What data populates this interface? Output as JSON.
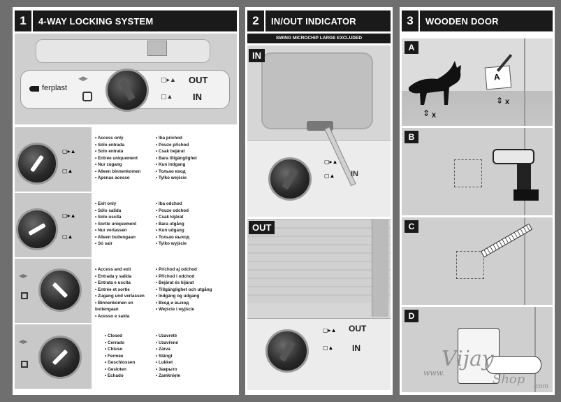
{
  "panel1": {
    "number": "1",
    "title": "4-WAY LOCKING SYSTEM",
    "brand": "ferplast",
    "out_label": "OUT",
    "in_label": "IN",
    "modes": [
      {
        "col1": [
          "Access only",
          "Sólo entrada",
          "Solo entrata",
          "Entrée uniquement",
          "Nur zugang",
          "Alleen binnenkomen",
          "Apenas acesso"
        ],
        "col2": [
          "Iba príchod",
          "Pouze příchod",
          "Csak bejárat",
          "Bara tillgänglighet",
          "Kun indgang",
          "Только вход",
          "Tylko wejście"
        ]
      },
      {
        "col1": [
          "Exit only",
          "Sólo salida",
          "Solo uscita",
          "Sortie uniquement",
          "Nur verlassen",
          "Alleen buitengaan",
          "Só sair"
        ],
        "col2": [
          "Iba odchod",
          "Pouze odchod",
          "Csak kijárat",
          "Bara utgång",
          "Kun udgang",
          "Только выход",
          "Tylko wyjście"
        ]
      },
      {
        "col1": [
          "Access and exit",
          "Entrada y salida",
          "Entrata e uscita",
          "Entrée et sortie",
          "Zugang und verlassen",
          "Binnenkomen en buitengaan",
          "Acesso e saída"
        ],
        "col2": [
          "Príchod aj odchod",
          "Příchod i odchod",
          "Bejárat és kijárat",
          "Tillgänglighet och utgång",
          "Indgang og udgang",
          "Вход и выход",
          "Wejście i wyjście"
        ]
      },
      {
        "col1": [
          "Closed",
          "Cerrado",
          "Chiuso",
          "Fermée",
          "Geschlossen",
          "Gesloten",
          "Echado"
        ],
        "col2": [
          "Uzavreté",
          "Uzavřené",
          "Zárva",
          "Stängt",
          "Lukket",
          "Закрыто",
          "Zamknięte"
        ]
      }
    ]
  },
  "panel2": {
    "number": "2",
    "title": "IN/OUT INDICATOR",
    "note": "SWING MICROCHIP LARGE EXCLUDED",
    "in_tag": "IN",
    "out_tag": "OUT",
    "out_label": "OUT",
    "in_label": "IN"
  },
  "panel3": {
    "number": "3",
    "title": "WOODEN DOOR",
    "steps": [
      "A",
      "B",
      "C",
      "D"
    ],
    "flap_letter": "A",
    "x_mark": "X"
  },
  "watermark": {
    "www": "www.",
    "name": "Vijay",
    "shop": "Shop",
    "com": ".com"
  }
}
